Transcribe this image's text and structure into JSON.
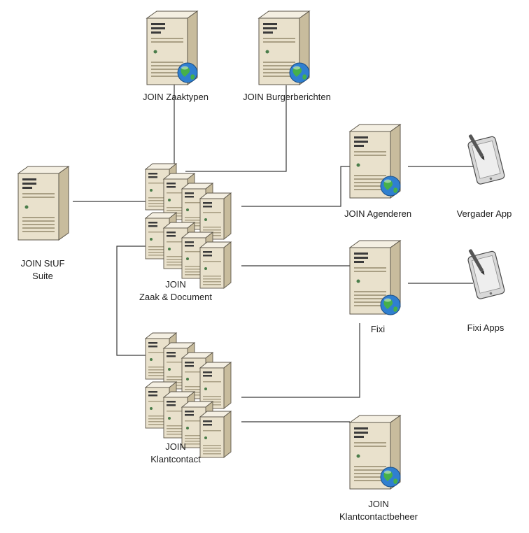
{
  "colors": {
    "background": "#ffffff",
    "line": "#3a3a3a",
    "server_front": "#e9e1cc",
    "server_side": "#c8bc9d",
    "server_top": "#f4efe2",
    "server_edge": "#5c5649",
    "globe": "#2f7fd0",
    "globe_land": "#46b04a",
    "tablet_frame": "#d8d8d8",
    "tablet_screen": "#eeeeee"
  },
  "icons": {
    "server": "server-icon",
    "server_cluster": "server-cluster-icon",
    "web": "globe-icon",
    "mobile": "tablet-icon"
  },
  "nodes": {
    "zaaktypen": {
      "label": "JOIN Zaaktypen"
    },
    "burgerberichten": {
      "label": "JOIN Burgerberichten"
    },
    "stuf": {
      "label_line1": "JOIN StUF",
      "label_line2": "Suite"
    },
    "zaak": {
      "label_line1": "JOIN",
      "label_line2": "Zaak & Document"
    },
    "agenderen": {
      "label": "JOIN Agenderen"
    },
    "vergader": {
      "label": "Vergader App"
    },
    "fixi": {
      "label": "Fixi"
    },
    "fixi_apps": {
      "label": "Fixi Apps"
    },
    "klantcontact": {
      "label_line1": "JOIN",
      "label_line2": "Klantcontact"
    },
    "klantcontactbeheer": {
      "label_line1": "JOIN",
      "label_line2": "Klantcontactbeheer"
    }
  }
}
